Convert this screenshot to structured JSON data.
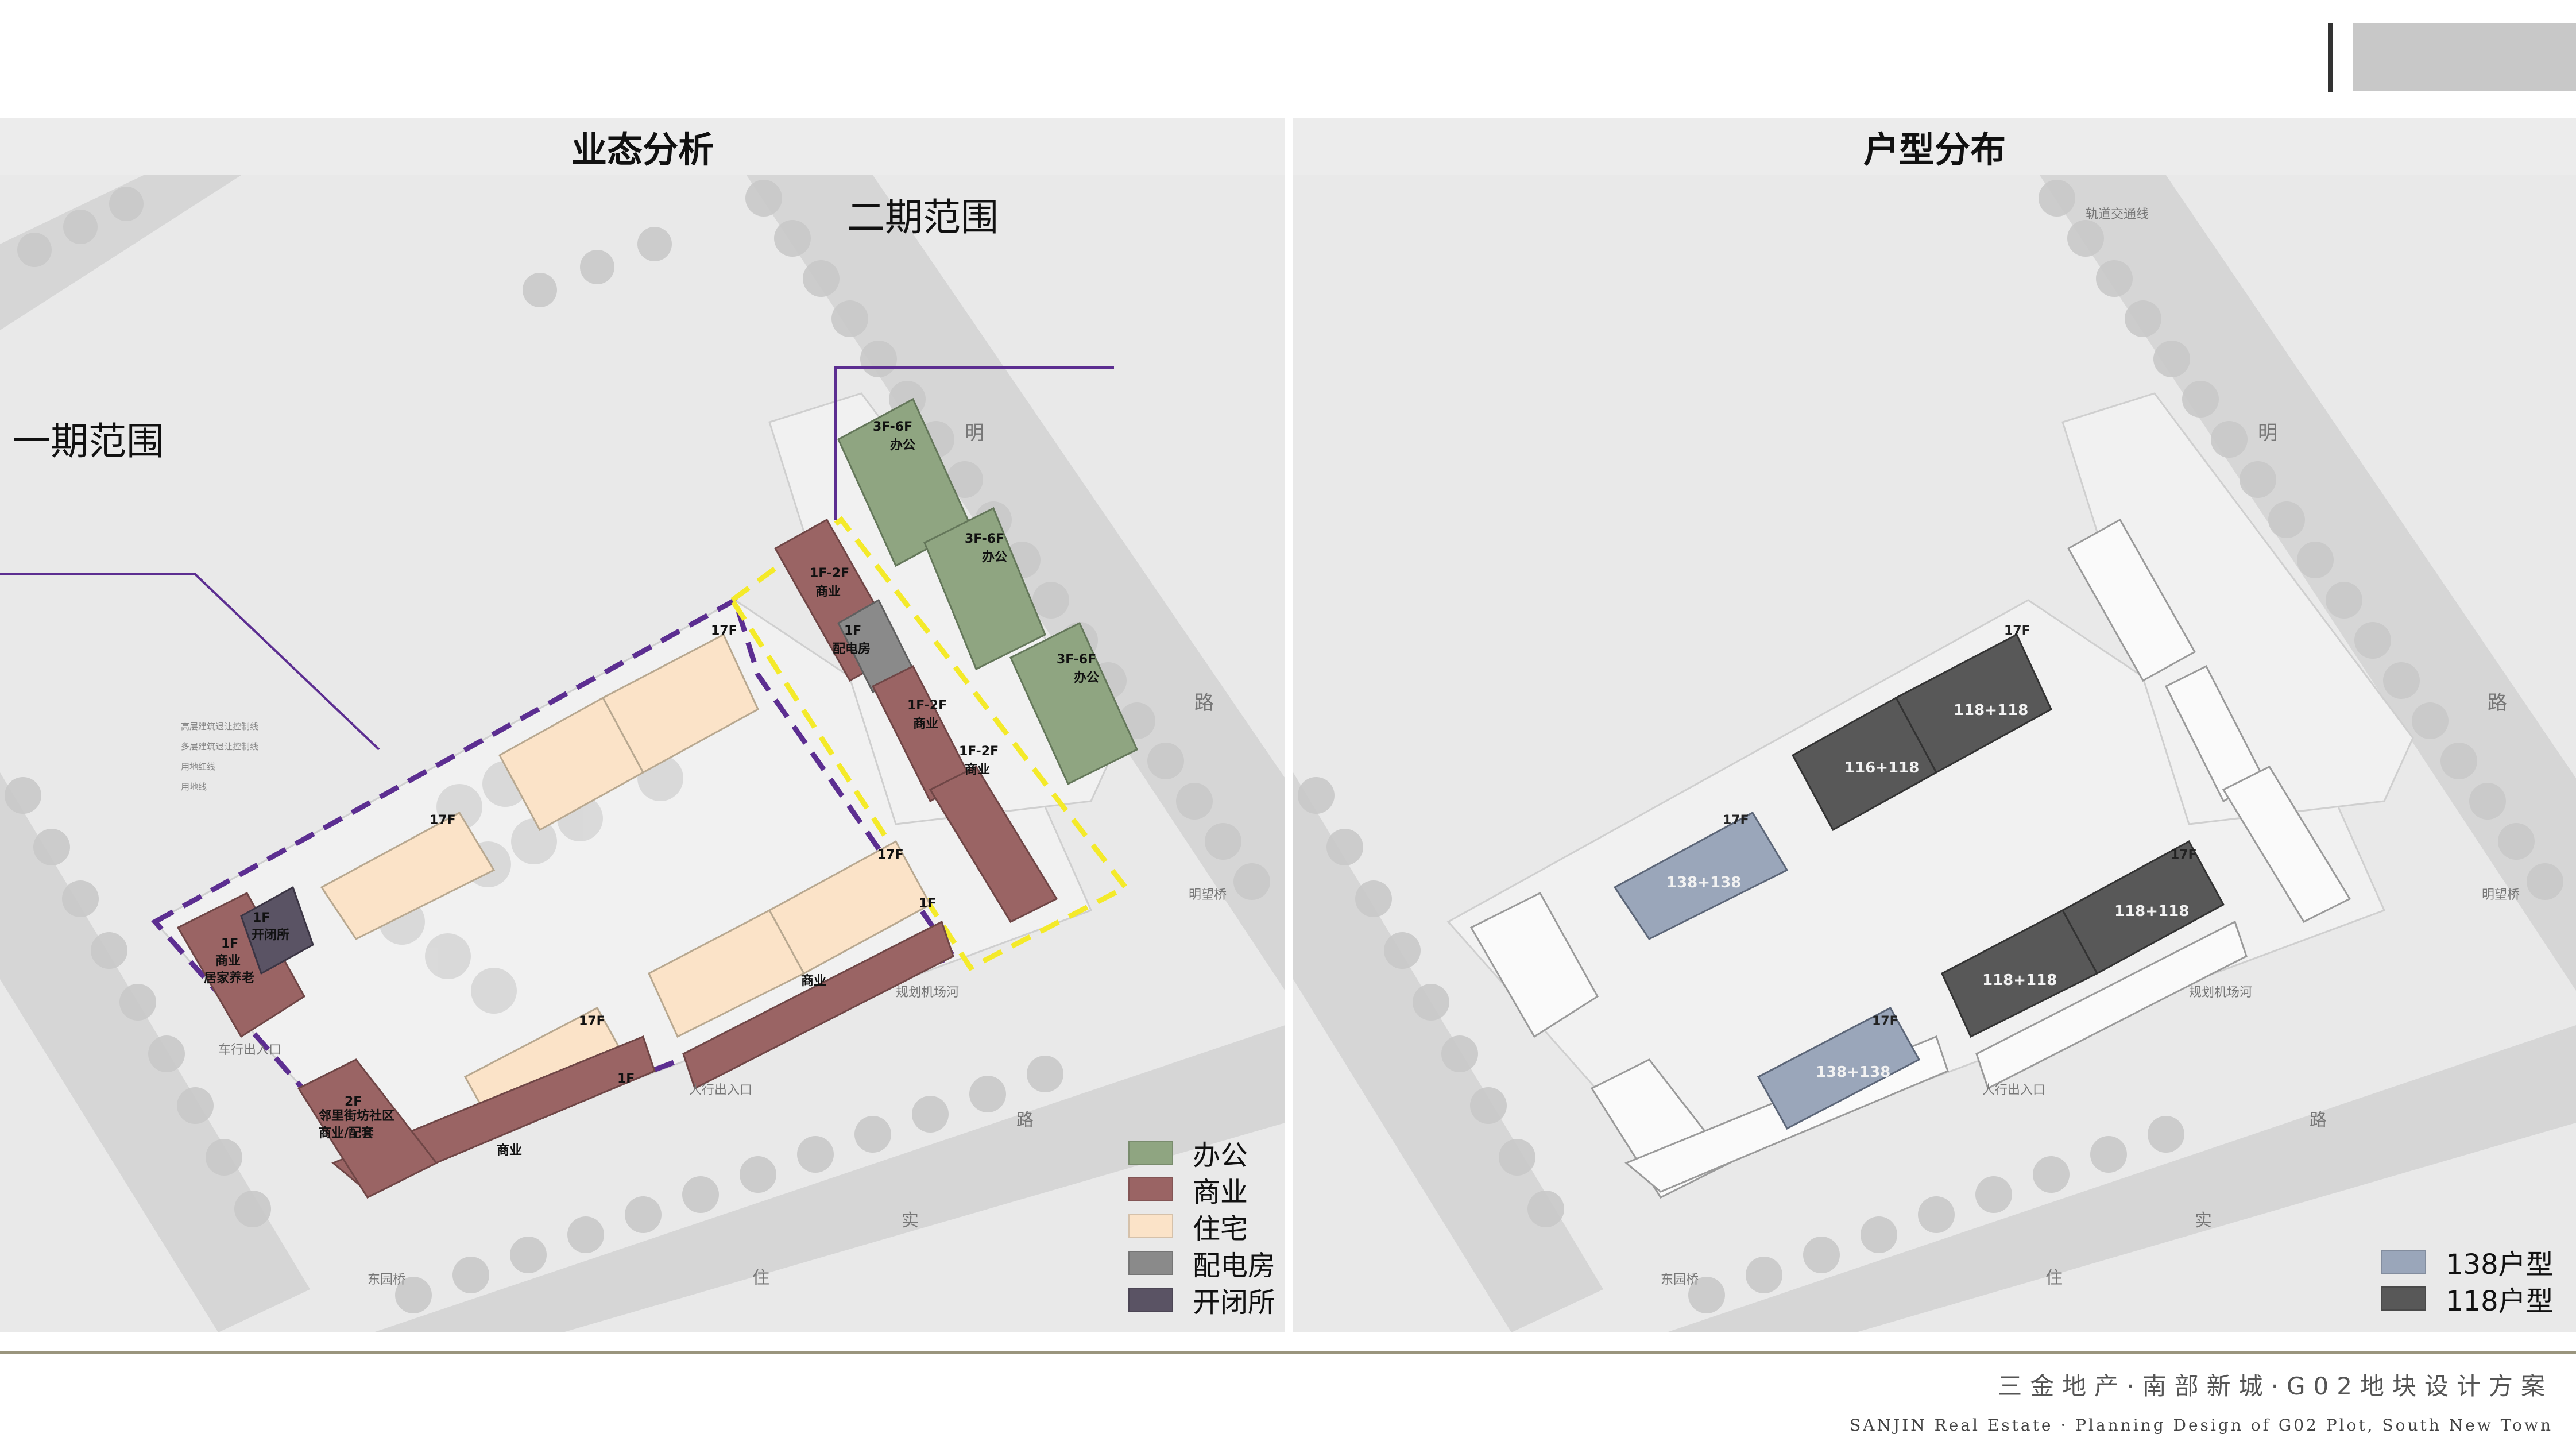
{
  "left_panel": {
    "title": "业态分析",
    "phase1_label": "一期范围",
    "phase2_label": "二期范围",
    "buildings": [
      {
        "id": "res1",
        "type": "住宅",
        "floors": "17F"
      },
      {
        "id": "res2",
        "type": "住宅",
        "floors": "17F"
      },
      {
        "id": "res3",
        "type": "住宅",
        "floors": "17F"
      },
      {
        "id": "res4",
        "type": "住宅",
        "floors": "17F"
      },
      {
        "id": "com1",
        "floors": "1F-2F",
        "type": "商业"
      },
      {
        "id": "pwr",
        "floors": "1F",
        "type": "配电房"
      },
      {
        "id": "com2",
        "floors": "1F-2F",
        "type": "商业"
      },
      {
        "id": "com3",
        "floors": "1F-2F",
        "type": "商业"
      },
      {
        "id": "off1",
        "floors": "3F-6F",
        "type": "办公"
      },
      {
        "id": "off2",
        "floors": "3F-6F",
        "type": "办公"
      },
      {
        "id": "off3",
        "floors": "3F-6F",
        "type": "办公"
      },
      {
        "id": "com4",
        "floors": "1F",
        "type": "商业"
      },
      {
        "id": "com5",
        "floors": "1F",
        "type": "商业"
      },
      {
        "id": "sw",
        "floors": "1F",
        "type": "开闭所"
      },
      {
        "id": "comc",
        "floors": "1F",
        "type": "商业",
        "extra": "居家养老"
      },
      {
        "id": "comd",
        "floors": "2F",
        "type": "商业/配套",
        "extra": "邻里街坊社区"
      }
    ],
    "legend": [
      {
        "label": "办公",
        "color": "#8fa581"
      },
      {
        "label": "商业",
        "color": "#9a6464"
      },
      {
        "label": "住宅",
        "color": "#fbe3c8"
      },
      {
        "label": "配电房",
        "color": "#8a8a8a"
      },
      {
        "label": "开闭所",
        "color": "#5a5364"
      }
    ]
  },
  "right_panel": {
    "title": "户型分布",
    "buildings": [
      {
        "id": "a",
        "unit": "116+118",
        "floors": "17F",
        "color": "#585858"
      },
      {
        "id": "b",
        "unit": "118+118",
        "floors": "17F",
        "color": "#585858"
      },
      {
        "id": "c",
        "unit": "138+138",
        "floors": "17F",
        "color": "#9aa6ba"
      },
      {
        "id": "d",
        "unit": "118+118",
        "floors": "17F",
        "color": "#585858"
      },
      {
        "id": "e",
        "unit": "118+118",
        "floors": "17F",
        "color": "#585858"
      },
      {
        "id": "f",
        "unit": "138+138",
        "floors": "17F",
        "color": "#9aa6ba"
      }
    ],
    "legend": [
      {
        "label": "138户型",
        "color": "#9aa6ba"
      },
      {
        "label": "118户型",
        "color": "#585858"
      }
    ]
  },
  "map_labels": {
    "road_ming": "明",
    "road_lu": "路",
    "road_lu2": "路",
    "road_zhu": "住",
    "road_shi": "实",
    "mingwang_bridge": "明望桥",
    "dongyuan_bridge": "东园桥",
    "pedestrian_entry": "人行出入口",
    "vehicle_entry": "车行出入口",
    "plan_road": "规划机场河",
    "rail": "轨道交通线",
    "legend_lines": [
      "高层建筑退让控制线",
      "多层建筑退让控制线",
      "用地红线",
      "用地线"
    ]
  },
  "footer": {
    "cn": "三金地产·南部新城·G02地块设计方案",
    "en": "SANJIN Real Estate · Planning Design of G02 Plot, South New Town"
  }
}
